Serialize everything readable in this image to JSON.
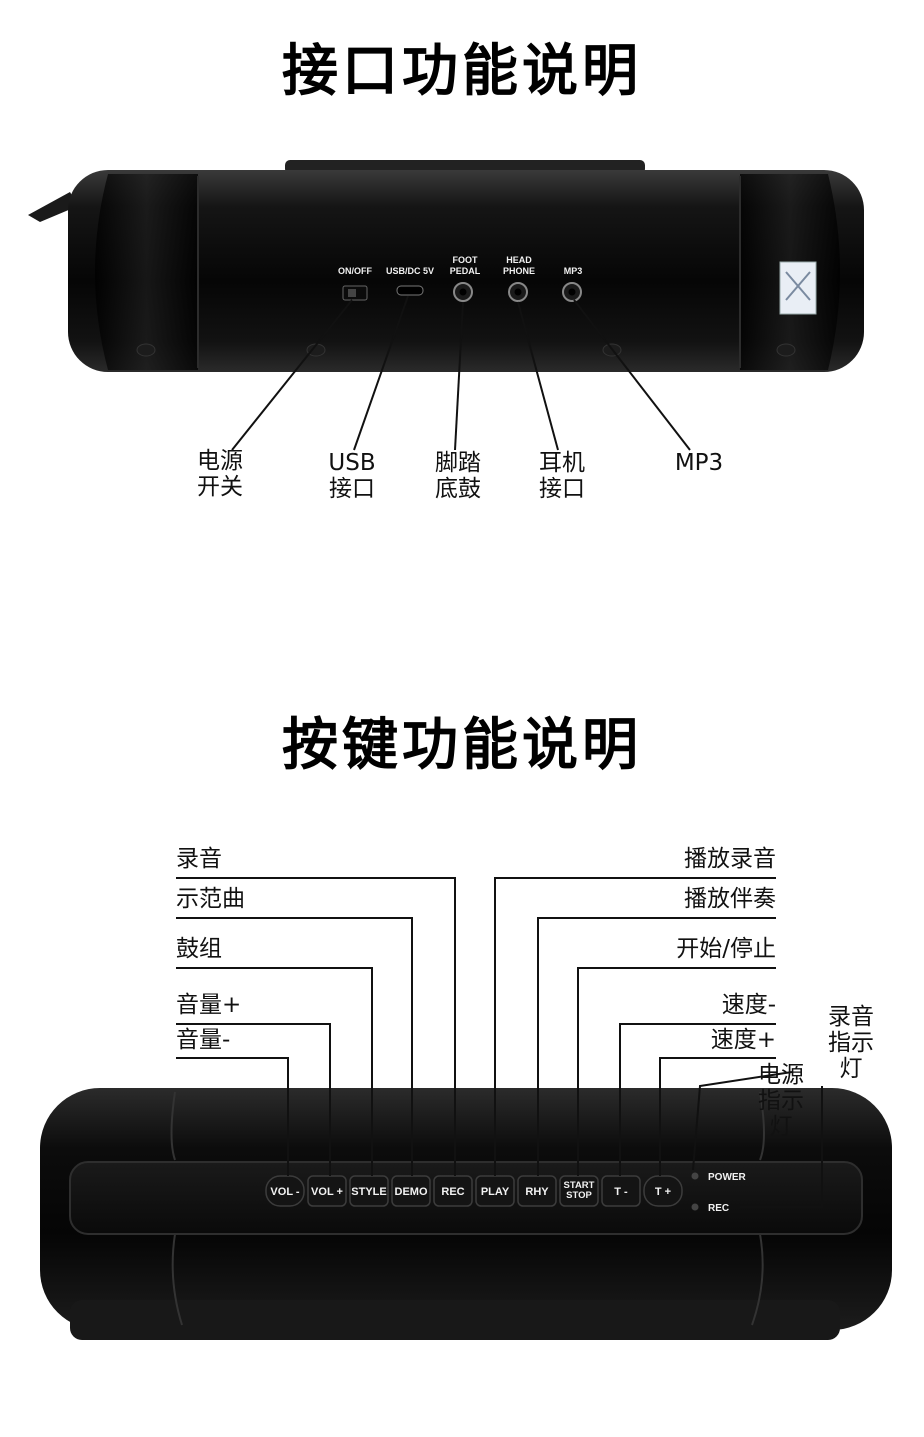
{
  "headings": {
    "ports": "接口功能说明",
    "buttons": "按键功能说明"
  },
  "ports_device": {
    "ports": [
      {
        "label": [
          "ON/OFF"
        ],
        "callout": [
          "电源",
          "开关"
        ]
      },
      {
        "label": [
          "USB/DC 5V"
        ],
        "callout": [
          "USB",
          "接口"
        ]
      },
      {
        "label": [
          "FOOT",
          "PEDAL"
        ],
        "callout": [
          "脚踏",
          "底鼓"
        ]
      },
      {
        "label": [
          "HEAD",
          "PHONE"
        ],
        "callout": [
          "耳机",
          "接口"
        ]
      },
      {
        "label": [
          "MP3"
        ],
        "callout": [
          "MP3"
        ]
      }
    ]
  },
  "buttons_device": {
    "buttons": [
      {
        "label": [
          "VOL -"
        ]
      },
      {
        "label": [
          "VOL +"
        ]
      },
      {
        "label": [
          "STYLE"
        ]
      },
      {
        "label": [
          "DEMO"
        ]
      },
      {
        "label": [
          "REC"
        ]
      },
      {
        "label": [
          "PLAY"
        ]
      },
      {
        "label": [
          "RHY"
        ]
      },
      {
        "label": [
          "START",
          "STOP"
        ]
      },
      {
        "label": [
          "T -"
        ]
      },
      {
        "label": [
          "T +"
        ]
      }
    ],
    "indicators": {
      "power": "POWER",
      "rec": "REC"
    },
    "callouts_left": [
      "录音",
      "示范曲",
      "鼓组",
      "音量+",
      "音量-"
    ],
    "callouts_right": [
      "播放录音",
      "播放伴奏",
      "开始/停止",
      "速度-",
      "速度+"
    ],
    "callout_rec_light": [
      "录音",
      "指示",
      "灯"
    ],
    "callout_power_light": [
      "电源",
      "指示",
      "灯"
    ]
  }
}
